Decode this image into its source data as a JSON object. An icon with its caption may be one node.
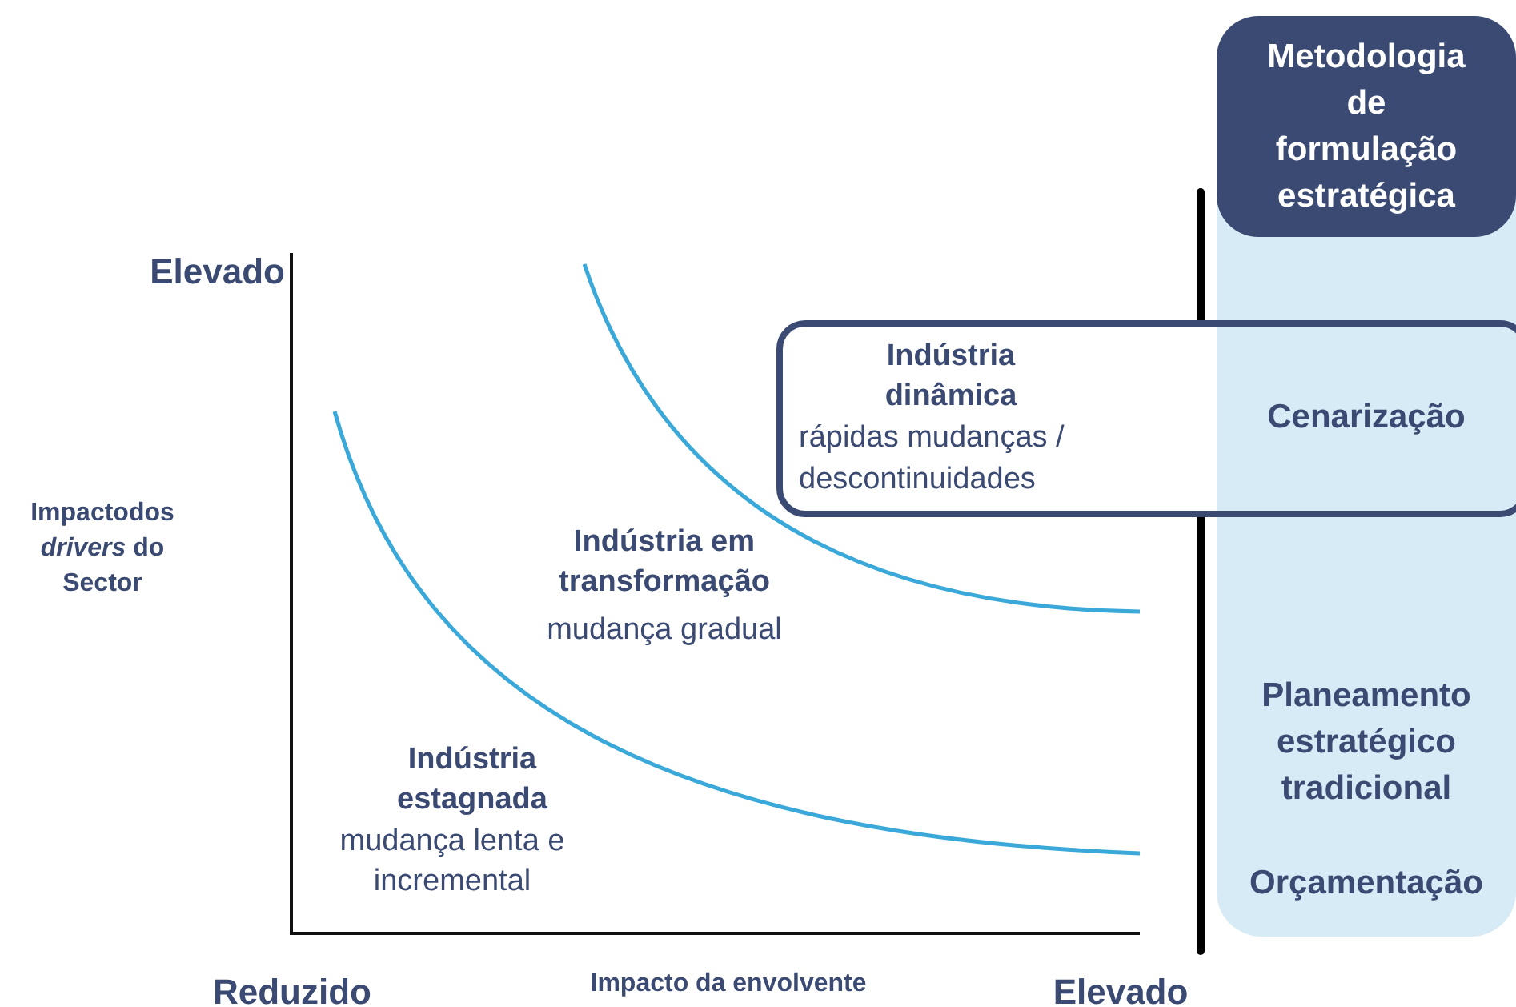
{
  "diagram": {
    "nodes": [
      {
        "text": [
          "Planeamento estratégico tradicional",
          "Orçamentação"
        ]
      },
      {
        "text": [
          "Metodologia de formulação estratégica"
        ],
        "in": 0
      },
      {
        "text": [
          "Indústria dinâmica",
          "rápidas mudanças / descontinuidades",
          "Cenarização"
        ]
      }
    ],
    "labels": [
      "Elevado",
      "Impactodos *drivers* do Sector",
      "Indústria em transformação",
      "mudança gradual",
      "Indústria estagnada",
      "mudança lenta e incremental",
      "Reduzido",
      "Impacto da envolvente",
      "Elevado"
    ]
  }
}
